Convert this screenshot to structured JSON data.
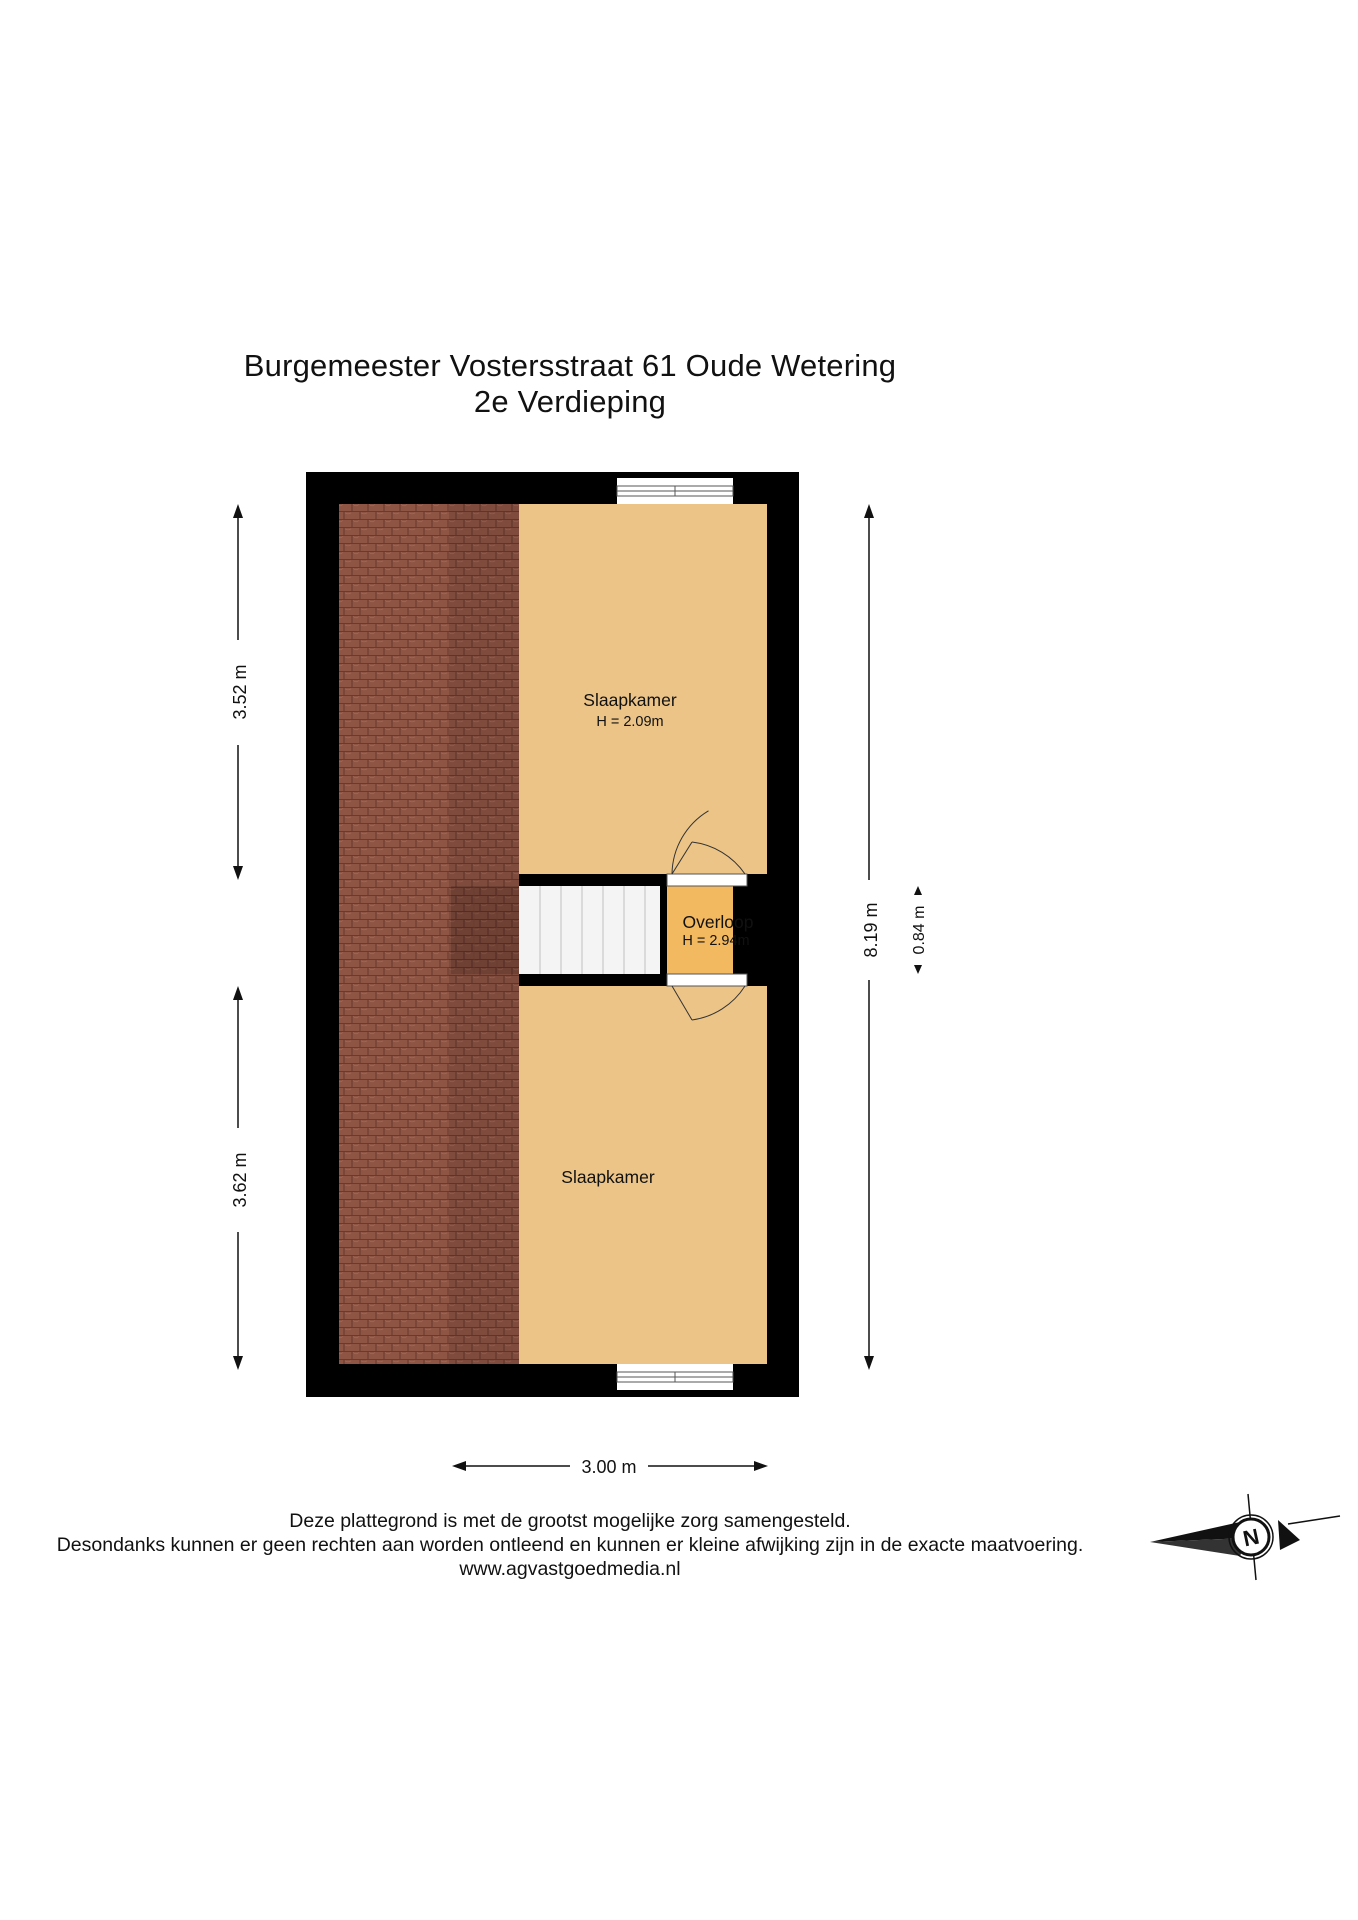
{
  "title": {
    "address": "Burgemeester Vostersstraat 61 Oude Wetering",
    "floor": "2e Verdieping"
  },
  "rooms": [
    {
      "name": "Slaapkamer",
      "height": "H = 2.09m"
    },
    {
      "name": "Overloop",
      "height": "H = 2.94m"
    },
    {
      "name": "Slaapkamer",
      "height": ""
    }
  ],
  "dimensions": {
    "left_top": "3.52 m",
    "left_bottom": "3.62 m",
    "right_total": "8.19 m",
    "right_small": "0.84 m",
    "bottom_width": "3.00 m"
  },
  "disclaimer": {
    "line1": "Deze plattegrond is met de grootst mogelijke zorg samengesteld.",
    "line2": "Desondanks kunnen er geen rechten aan worden ontleend en kunnen er kleine afwijking zijn in de exacte maatvoering.",
    "website": "www.agvastgoedmedia.nl"
  },
  "compass": {
    "letter": "N"
  },
  "colors": {
    "wall": "#000000",
    "room_floor": "#ecc487",
    "landing_floor": "#f3b961",
    "roof_tiles": "#8e5444",
    "stairs": "#f4f4f4"
  }
}
